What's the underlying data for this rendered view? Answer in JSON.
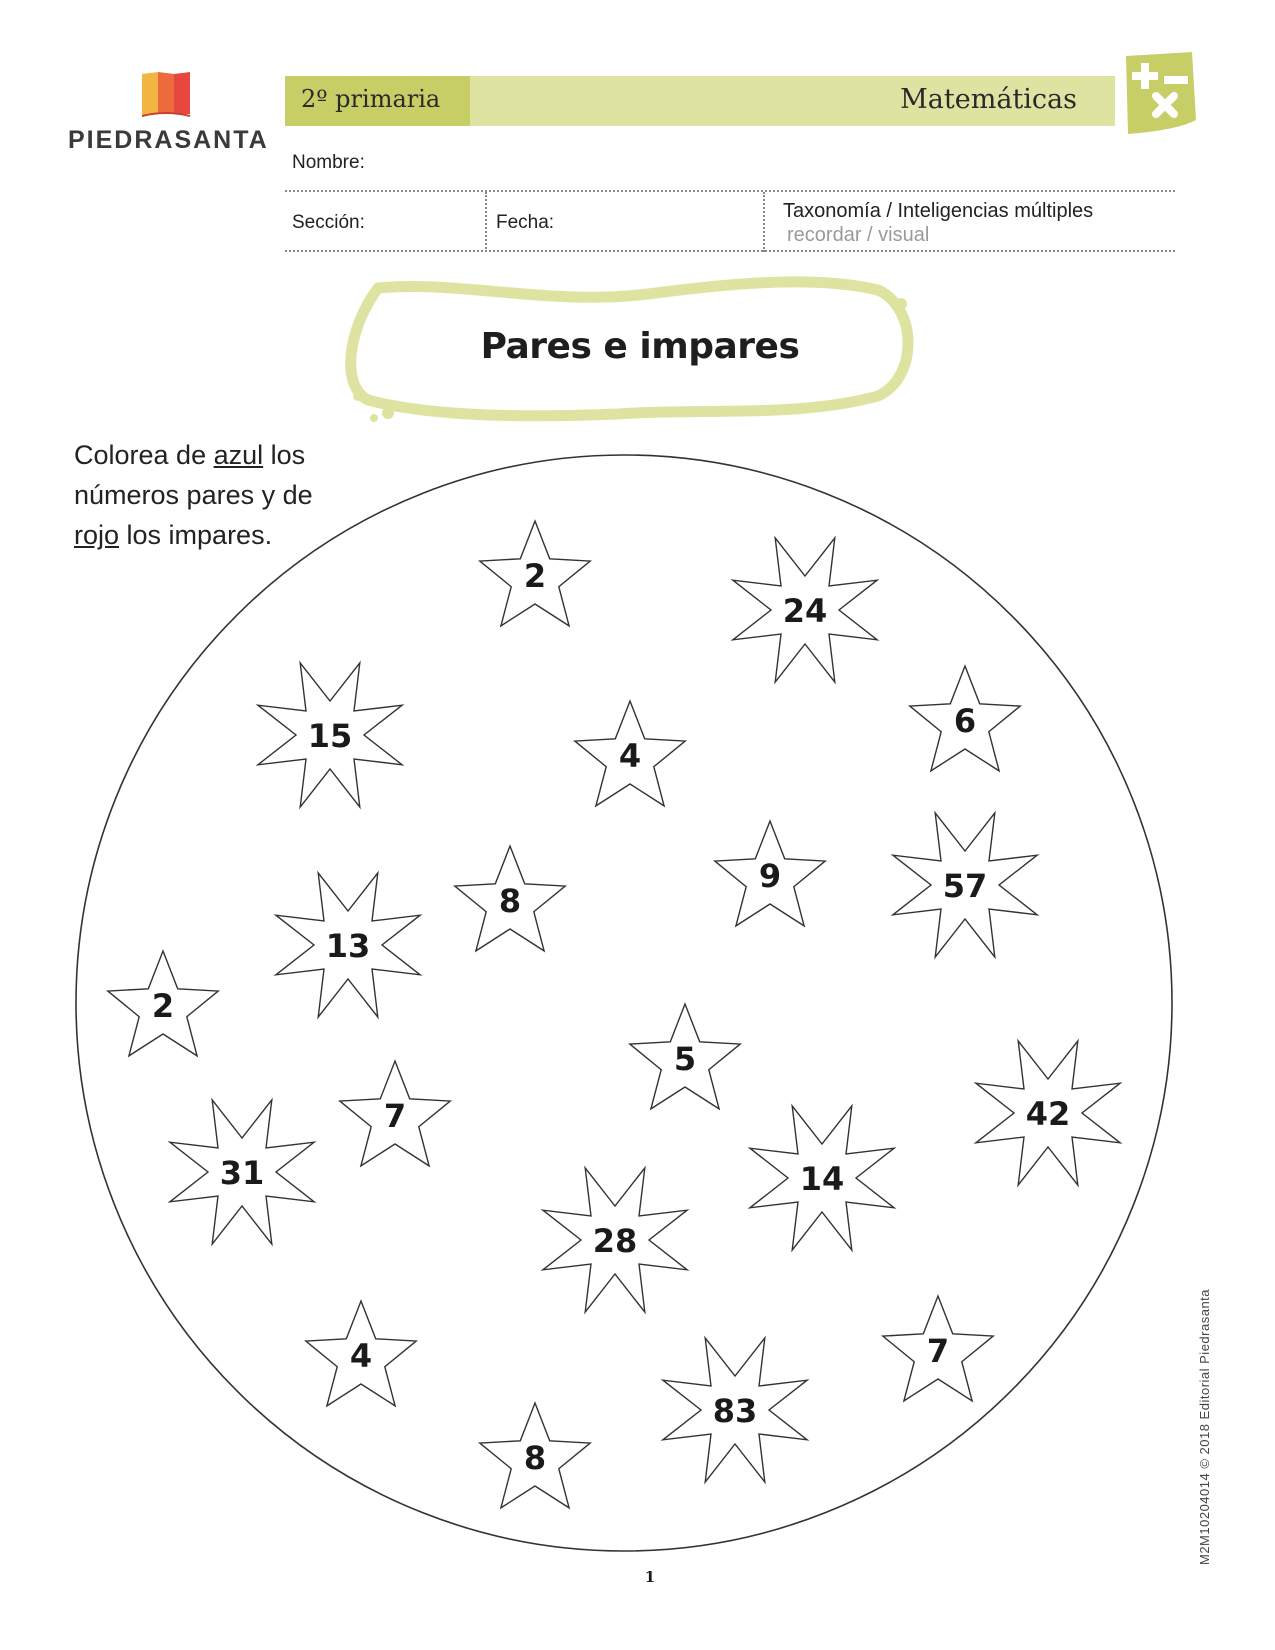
{
  "brand": {
    "name": "PIEDRASANTA",
    "logo_colors": [
      "#f2b544",
      "#ec6a3c",
      "#e8473f"
    ]
  },
  "header": {
    "grade": "2º primaria",
    "subject": "Matemáticas",
    "icon": "plus-minus-times-icon",
    "accent_light": "#dfe3a2",
    "accent_dark": "#c8ce66"
  },
  "form": {
    "name_label": "Nombre:",
    "section_label": "Sección:",
    "date_label": "Fecha:",
    "taxonomy_label": "Taxonomía / Inteligencias múltiples",
    "taxonomy_values": "recordar  / visual"
  },
  "title": "Pares e impares",
  "instructions": {
    "part1": "Colorea de ",
    "blue_word": "azul",
    "part2": " los números pares y de ",
    "red_word": "rojo",
    "part3": " los impares."
  },
  "stars": [
    {
      "n": "2",
      "shape": "star5"
    },
    {
      "n": "24",
      "shape": "star8"
    },
    {
      "n": "15",
      "shape": "star8"
    },
    {
      "n": "4",
      "shape": "star5"
    },
    {
      "n": "6",
      "shape": "star5"
    },
    {
      "n": "9",
      "shape": "star5"
    },
    {
      "n": "57",
      "shape": "star8"
    },
    {
      "n": "8",
      "shape": "star5"
    },
    {
      "n": "13",
      "shape": "star8"
    },
    {
      "n": "2",
      "shape": "star5"
    },
    {
      "n": "5",
      "shape": "star5"
    },
    {
      "n": "42",
      "shape": "star8"
    },
    {
      "n": "7",
      "shape": "star5"
    },
    {
      "n": "31",
      "shape": "star8"
    },
    {
      "n": "14",
      "shape": "star8"
    },
    {
      "n": "28",
      "shape": "star8"
    },
    {
      "n": "4",
      "shape": "star5"
    },
    {
      "n": "7",
      "shape": "star5"
    },
    {
      "n": "83",
      "shape": "star8"
    },
    {
      "n": "8",
      "shape": "star5"
    }
  ],
  "footer": {
    "page_number": "1",
    "credit": "M2M10204014  ©  2018 Editorial Piedrasanta"
  }
}
